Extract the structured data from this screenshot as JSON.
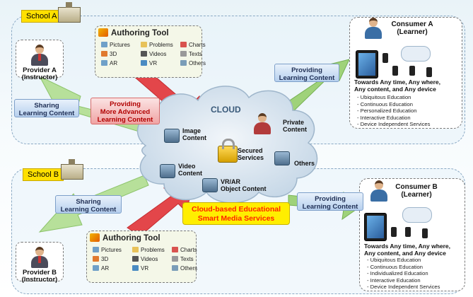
{
  "school_a": {
    "label": "School A"
  },
  "school_b": {
    "label": "School B"
  },
  "authoring_tool_a": {
    "title": "Authoring Tool",
    "items": [
      "Pictures",
      "Problems",
      "Charts",
      "3D",
      "Videos",
      "Texts",
      "AR",
      "VR",
      "Others"
    ]
  },
  "authoring_tool_b": {
    "title": "Authoring Tool",
    "items": [
      "Pictures",
      "Problems",
      "Charts",
      "3D",
      "Videos",
      "Texts",
      "AR",
      "VR",
      "Others"
    ]
  },
  "provider_a": {
    "line1": "Provider A",
    "line2": "(Instructor)"
  },
  "provider_b": {
    "line1": "Provider B",
    "line2": "(Instructor)"
  },
  "consumer_a": {
    "title1": "Consumer A",
    "title2": "(Learner)",
    "head1": "Towards  Any time,  Any where,",
    "head2": "Any content, and Any device",
    "list": [
      "- Ubiquitous Education",
      "- Continuous Education",
      "- Personalized Education",
      "- Interactive  Education",
      "- Device Independent Services"
    ]
  },
  "consumer_b": {
    "title1": "Consumer B",
    "title2": "(Learner)",
    "head1": "Towards  Any time,  Any where,",
    "head2": "Any content, and Any device",
    "list": [
      "- Ubiquitous Education",
      "- Continuous Education",
      "- Individualized  Education",
      "- Interactive Education",
      "- Device Independent Services"
    ]
  },
  "labels": {
    "sharing_a_1": "Sharing",
    "sharing_a_2": "Learning Content",
    "sharing_b_1": "Sharing",
    "sharing_b_2": "Learning Content",
    "providing_a_1": "Providing",
    "providing_a_2": "Learning Content",
    "providing_b_1": "Providing",
    "providing_b_2": "Learning Content",
    "advanced_1": "Providing",
    "advanced_2": "More Advanced",
    "advanced_3": "Learning Content",
    "services_1": "Cloud-based Educational",
    "services_2": "Smart Media Services"
  },
  "cloud": {
    "title": "CLOUD",
    "image_1": "Image",
    "image_2": "Content",
    "private_1": "Private",
    "private_2": "Content",
    "secured_1": "Secured",
    "secured_2": "Services",
    "others": "Others",
    "video_1": "Video",
    "video_2": "Content",
    "vrar_1": "VR/AR",
    "vrar_2": "Object Content"
  },
  "colors": {
    "school_tag": "#ffe000",
    "advanced": "#b10000",
    "services_text": "#ff2200",
    "arrow_red": "#e3464a",
    "arrow_green": "#9fd27a",
    "cloud": "#d5e3ef"
  }
}
